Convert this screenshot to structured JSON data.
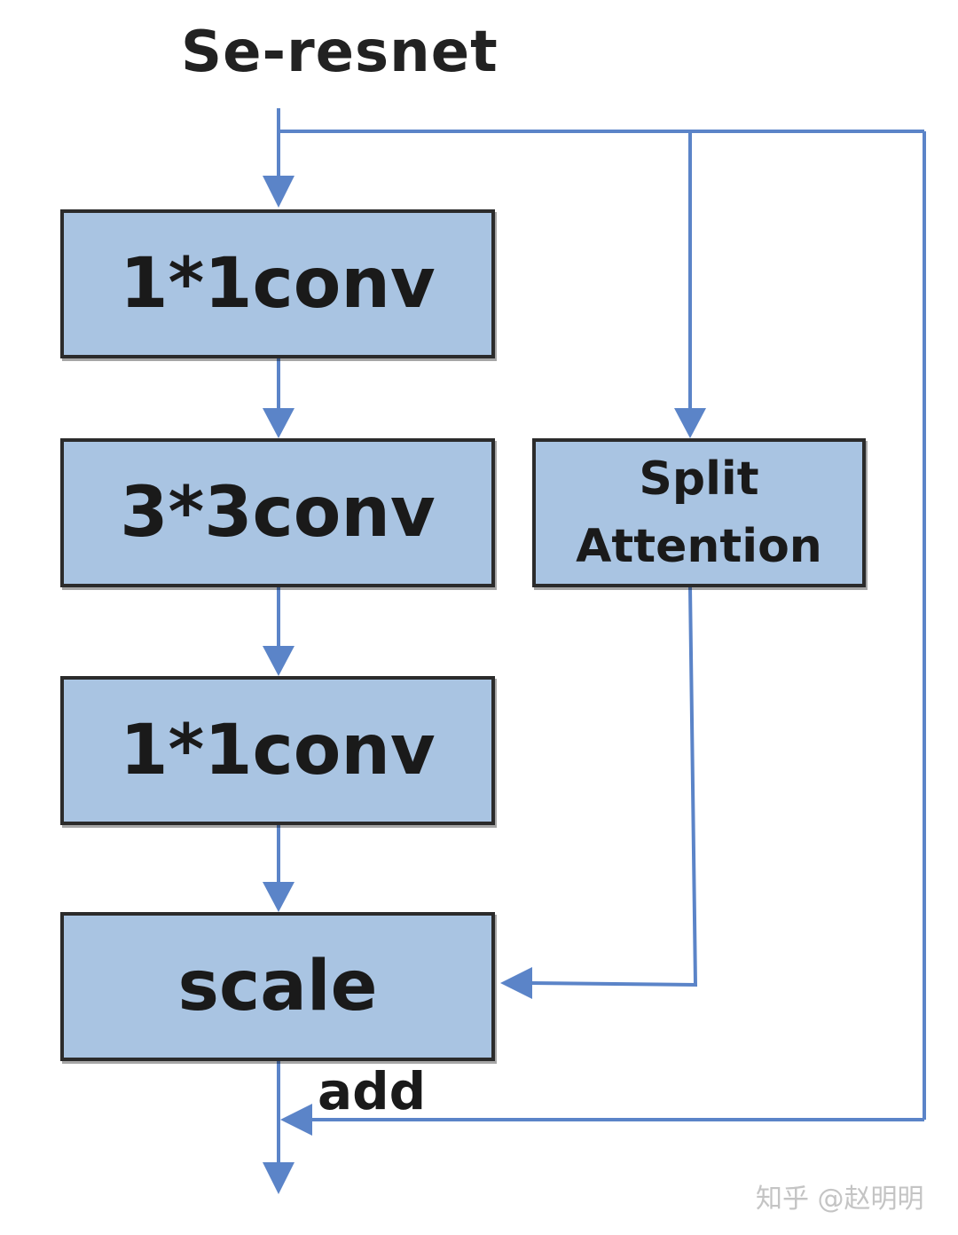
{
  "title": "Se-resnet",
  "blocks": {
    "conv1": "1*1conv",
    "conv3": "3*3conv",
    "conv1b": "1*1conv",
    "scale": "scale",
    "split_attention": [
      "Split",
      "Attention"
    ]
  },
  "add_label": "add",
  "watermark": "知乎 @赵明明",
  "colors": {
    "box_fill": "#a9c4e2",
    "box_border": "#2b2b2b",
    "arrow": "#5b84c8"
  }
}
